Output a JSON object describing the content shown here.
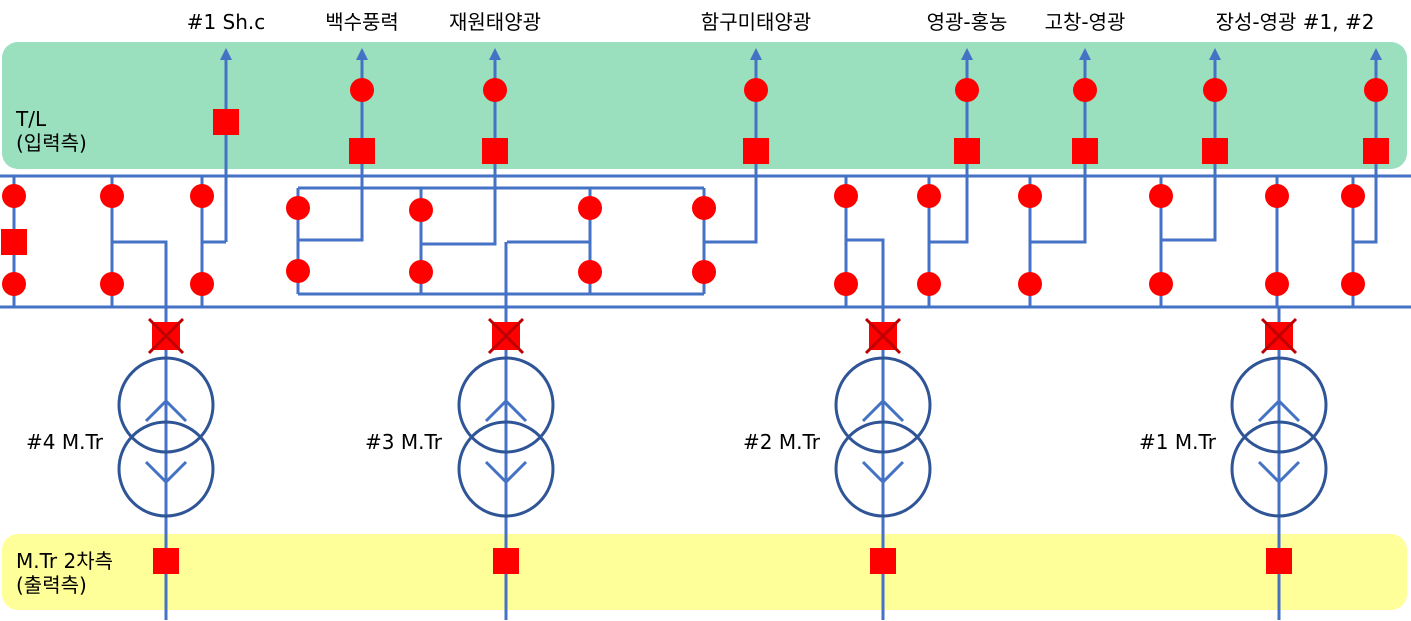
{
  "colors": {
    "line": "#4472C4",
    "transformer": "#2F5597",
    "device": "#FF0000",
    "breaker_cross": "#C00000",
    "tl_zone": "#9ADFBE",
    "secondary_zone": "#FFFF99"
  },
  "zones": {
    "tl": {
      "line1": "T/L",
      "line2": "(입력측)"
    },
    "secondary": {
      "line1": "M.Tr 2차측",
      "line2": "(출력측)"
    }
  },
  "feeders": [
    "#1 Sh.c",
    "백수풍력",
    "재원태양광",
    "함구미태양광",
    "영광-홍농",
    "고창-영광",
    "장성-영광 #1, #2"
  ],
  "transformers": [
    "#4 M.Tr",
    "#3 M.Tr",
    "#2 M.Tr",
    "#1 M.Tr"
  ],
  "icons": {
    "closed_breaker": "red-circle",
    "open_breaker": "red-square",
    "tripped_breaker": "red-square-with-x",
    "transformer": "two-winding-wye-wye-transformer",
    "line_end": "arrow-up"
  }
}
